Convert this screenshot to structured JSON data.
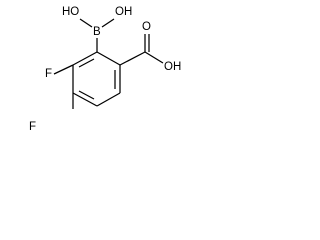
{
  "molecule": {
    "atoms": {
      "b": "B",
      "boronic_oh_left": "HO",
      "boronic_oh_right": "OH",
      "carboxyl_o": "O",
      "carboxyl_oh": "OH",
      "fluorine_upper": "F",
      "fluorine_lower": "F"
    }
  }
}
